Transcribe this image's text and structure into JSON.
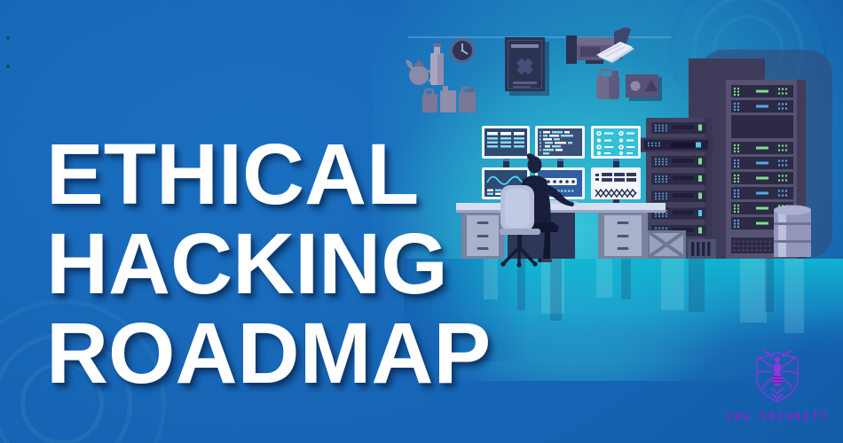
{
  "title": {
    "line1": "ETHICAL",
    "line2": "HACKING",
    "line3": "ROADMAP"
  },
  "brand": {
    "name": "CWG SECURITY",
    "icon": "spider-shield-icon",
    "color": "#8f2fd8"
  },
  "palette": {
    "background": "#1563b2",
    "background_light": "#1b6fc0",
    "background_dark": "#0f5096",
    "scene_teal": "#18bcd0",
    "floor_teal": "#0fb6d1",
    "title_color": "#ffffff",
    "title_shadow": "rgba(9,37,80,0.6)",
    "server_led_green": "#7ee08a",
    "server_led_blue": "#54a8ec"
  },
  "scene": {
    "name": "security-operations-illustration",
    "elements": [
      "kettle",
      "bottle",
      "wall-clock",
      "jerrycans",
      "wall-poster",
      "video-camera",
      "paper-stack",
      "canister",
      "circle-triangle-sign",
      "monitor-wall",
      "kanban-screen",
      "code-screen",
      "checklist-screen",
      "waveform-screen",
      "password-screen",
      "report-screen",
      "hacker-at-desk",
      "office-chair",
      "desk",
      "file-cabinets",
      "keyboard",
      "mouse",
      "server-rack-left",
      "server-rack-right",
      "chimney",
      "crate",
      "air-vent",
      "barrel",
      "reflective-floor"
    ]
  }
}
